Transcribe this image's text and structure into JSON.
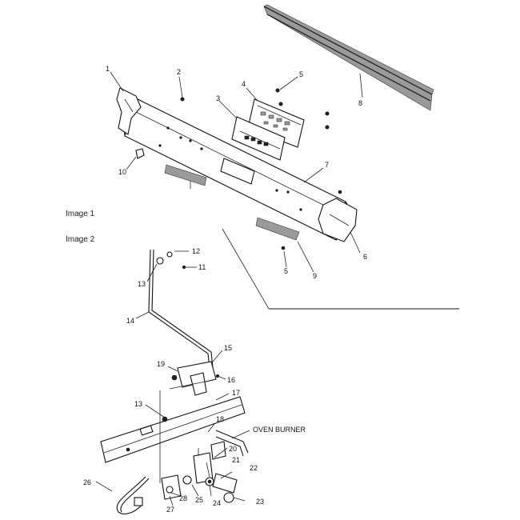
{
  "captions": {
    "image1": "Image 1",
    "image2": "Image 2"
  },
  "burner_label": "OVEN BURNER",
  "callouts": {
    "c1": "1",
    "c2": "2",
    "c3": "3",
    "c4": "4",
    "c5a": "5",
    "c5b": "5",
    "c6": "6",
    "c7": "7",
    "c8": "8",
    "c9": "9",
    "c10": "10",
    "c11": "11",
    "c12": "12",
    "c13a": "13",
    "c13b": "13",
    "c14": "14",
    "c15": "15",
    "c16": "16",
    "c17": "17",
    "c18": "18",
    "c19": "19",
    "c20": "20",
    "c21": "21",
    "c22": "22",
    "c23": "23",
    "c24": "24",
    "c25": "25",
    "c26": "26",
    "c27": "27",
    "c28": "28"
  }
}
